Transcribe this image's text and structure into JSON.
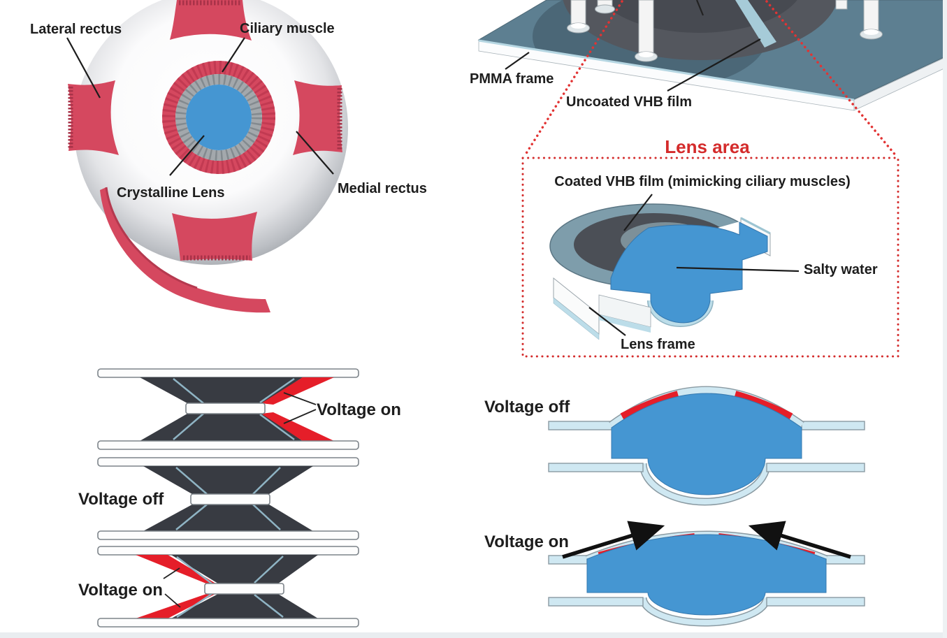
{
  "figure": {
    "eye": {
      "lateral_rectus": "Lateral rectus",
      "ciliary_muscle": "Ciliary muscle",
      "crystalline_lens": "Crystalline Lens",
      "medial_rectus": "Medial rectus"
    },
    "device": {
      "pmma_frame": "PMMA frame",
      "uncoated_vhb_film": "Uncoated VHB film",
      "lens_area": "Lens area",
      "coated_vhb_film": "Coated VHB film (mimicking ciliary muscles)",
      "salty_water": "Salty water",
      "lens_frame": "Lens frame"
    },
    "actuator_stack": {
      "top_label": "Voltage on",
      "middle_label": "Voltage off",
      "bottom_label": "Voltage on"
    },
    "lens_states": {
      "off_label": "Voltage off",
      "on_label": "Voltage on"
    },
    "colors": {
      "muscle_crimson": "#d5485f",
      "electrode_red": "#e51e29",
      "water_blue": "#4596d2",
      "pale_film_blue": "#cfe8f2",
      "plate_teal": "#5d7f91",
      "dark_vhb_film": "#383b42",
      "zonule_gray": "#a3a8ac",
      "annotation_red": "#d42b2b"
    }
  }
}
